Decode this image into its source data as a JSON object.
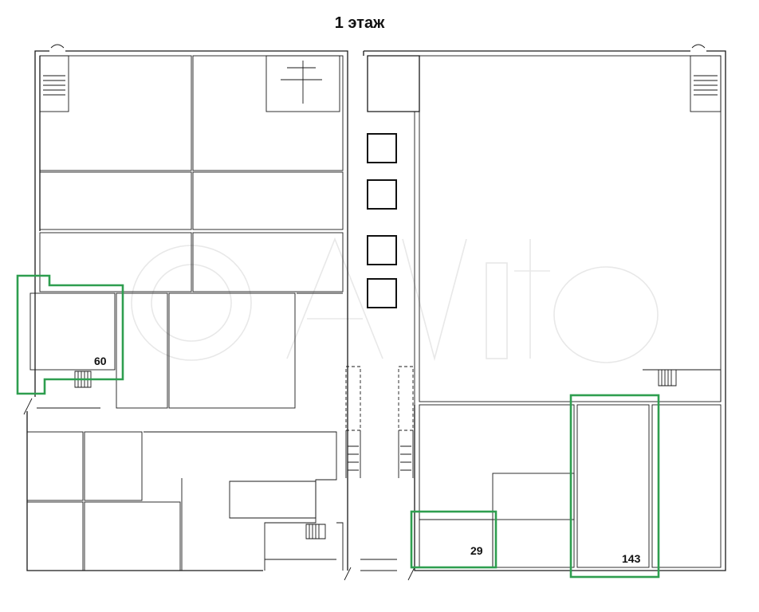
{
  "floor_title": "1 этаж",
  "highlight_color": "#2e9e4f",
  "units": [
    {
      "id": "unit-60",
      "label": "60"
    },
    {
      "id": "unit-29",
      "label": "29"
    },
    {
      "id": "unit-143",
      "label": "143"
    }
  ]
}
